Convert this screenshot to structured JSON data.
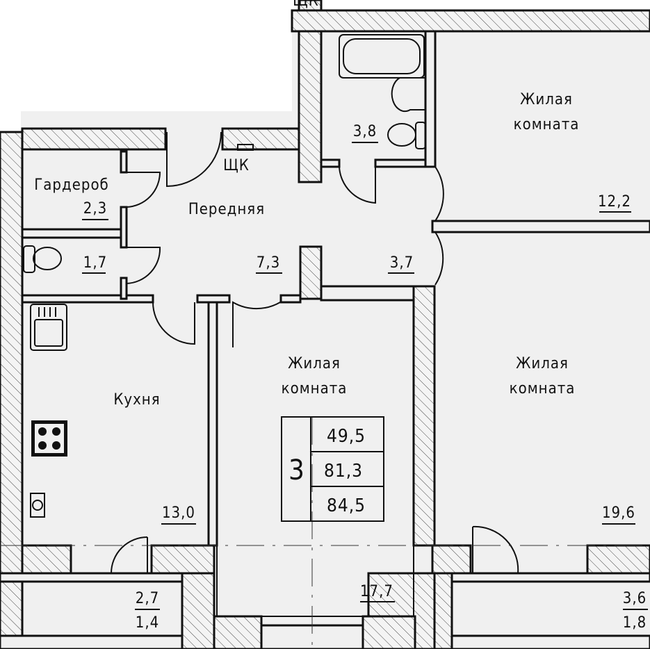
{
  "plan": {
    "rooms": [
      {
        "name": "Гардероб",
        "area": "2,3"
      },
      {
        "name": "",
        "area": "1,7"
      },
      {
        "name": "Передняя",
        "area": "7,3"
      },
      {
        "name": "",
        "area": "3,8"
      },
      {
        "name": "",
        "area": "3,7"
      },
      {
        "name_line1": "Жилая",
        "name_line2": "комната",
        "area": "12,2"
      },
      {
        "name": "Кухня",
        "area": "13,0"
      },
      {
        "name_line1": "Жилая",
        "name_line2": "комната",
        "area": "17,7"
      },
      {
        "name_line1": "Жилая",
        "name_line2": "комната",
        "area": "19,6"
      }
    ],
    "balconies": [
      {
        "area_top": "2,7",
        "area_bottom": "1,4"
      },
      {
        "area_top": "3,6",
        "area_bottom": "1,8"
      }
    ],
    "panel_label": "ЩК",
    "panel_label_top": "ЩК",
    "summary": {
      "room_count": "3",
      "living_area": "49,5",
      "total_area": "81,3",
      "total_area_with_balconies": "84,5"
    },
    "colors": {
      "floor": "#f0f0f0",
      "lines": "#111111"
    }
  }
}
